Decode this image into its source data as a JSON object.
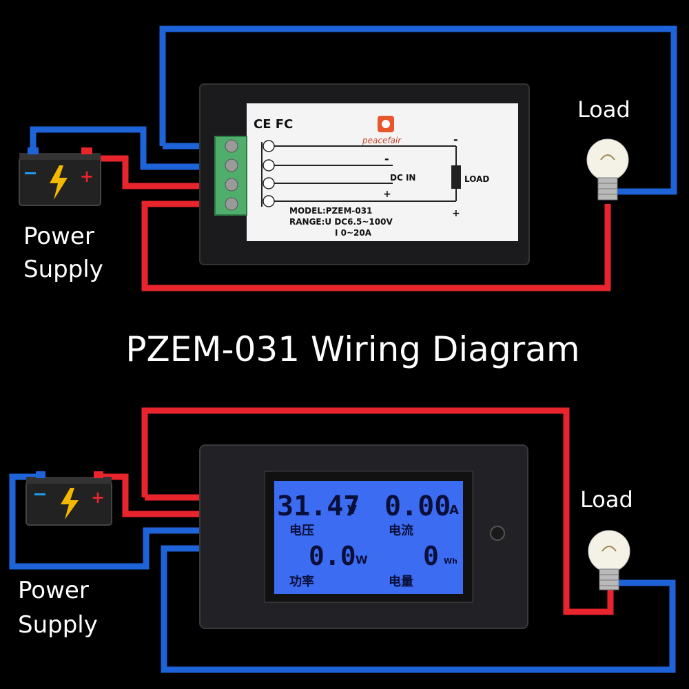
{
  "title": "PZEM-031 Wiring Diagram",
  "top_diagram": {
    "power_supply_label": [
      "Power",
      "Supply"
    ],
    "load_label": "Load",
    "label_panel": {
      "certifications": "CE FC",
      "brand": "peacefair",
      "dc_in": "DC IN",
      "load": "LOAD",
      "minus_1": "-",
      "minus_2": "-",
      "plus_1": "+",
      "plus_2": "+",
      "model": "MODEL:PZEM-031",
      "range_u": "RANGE:U DC6.5~100V",
      "range_i": "I 0~20A"
    }
  },
  "bottom_diagram": {
    "power_supply_label": [
      "Power",
      "Supply"
    ],
    "load_label": "Load",
    "lcd": {
      "voltage_value": "31.47",
      "voltage_unit": "V",
      "voltage_label": "电压",
      "current_value": "0.00",
      "current_unit": "A",
      "current_label": "电流",
      "power_value": "0.0",
      "power_unit": "W",
      "power_label": "功率",
      "energy_value": "0",
      "energy_unit": "Wh",
      "energy_label": "电量"
    }
  },
  "colors": {
    "background": "#000000",
    "positive_wire": "#e8242c",
    "negative_wire": "#1e64d8",
    "lcd_background": "#3c6cf2",
    "terminal_block": "#4fae6b"
  }
}
